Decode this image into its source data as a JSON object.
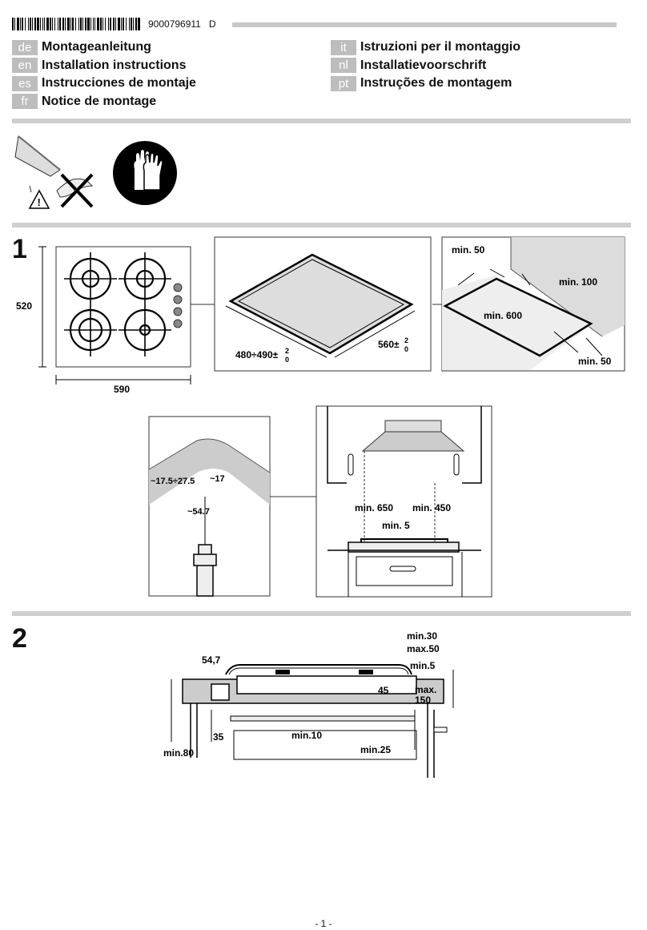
{
  "header": {
    "doc_number": "9000796911",
    "revision": "D"
  },
  "languages_left": [
    {
      "code": "de",
      "title": "Montageanleitung"
    },
    {
      "code": "en",
      "title": "Installation instructions"
    },
    {
      "code": "es",
      "title": "Instrucciones de montaje"
    },
    {
      "code": "fr",
      "title": "Notice de montage"
    }
  ],
  "languages_right": [
    {
      "code": "it",
      "title": "Istruzioni per il montaggio"
    },
    {
      "code": "nl",
      "title": "Installatievoorschrift"
    },
    {
      "code": "pt",
      "title": "Instruções de montagem"
    }
  ],
  "icons": [
    "sharp-edge-warning-icon",
    "gloves-icon"
  ],
  "section1": {
    "number": "1",
    "hob": {
      "height": "520",
      "width": "590"
    },
    "cutout": {
      "depth": "480÷490±",
      "width": "560±",
      "tol_up": "2",
      "tol_down": "0"
    },
    "clearances": {
      "back": "min. 50",
      "side": "min. 100",
      "wall": "min. 600",
      "front": "min. 50"
    },
    "corner": {
      "a": "~17.5÷27.5",
      "b": "~17",
      "c": "~54.7"
    },
    "hood": {
      "min650": "min. 650",
      "min450": "min. 450",
      "min5": "min. 5"
    }
  },
  "section2": {
    "number": "2",
    "labels": {
      "l547": "54,7",
      "min30": "min.30",
      "max50": "max.50",
      "min5": "min.5",
      "d45": "45",
      "max": "max.",
      "d150": "150",
      "d35": "35",
      "min10": "min.10",
      "min25": "min.25",
      "min80": "min.80"
    }
  },
  "footer": {
    "page": "- 1 -"
  }
}
